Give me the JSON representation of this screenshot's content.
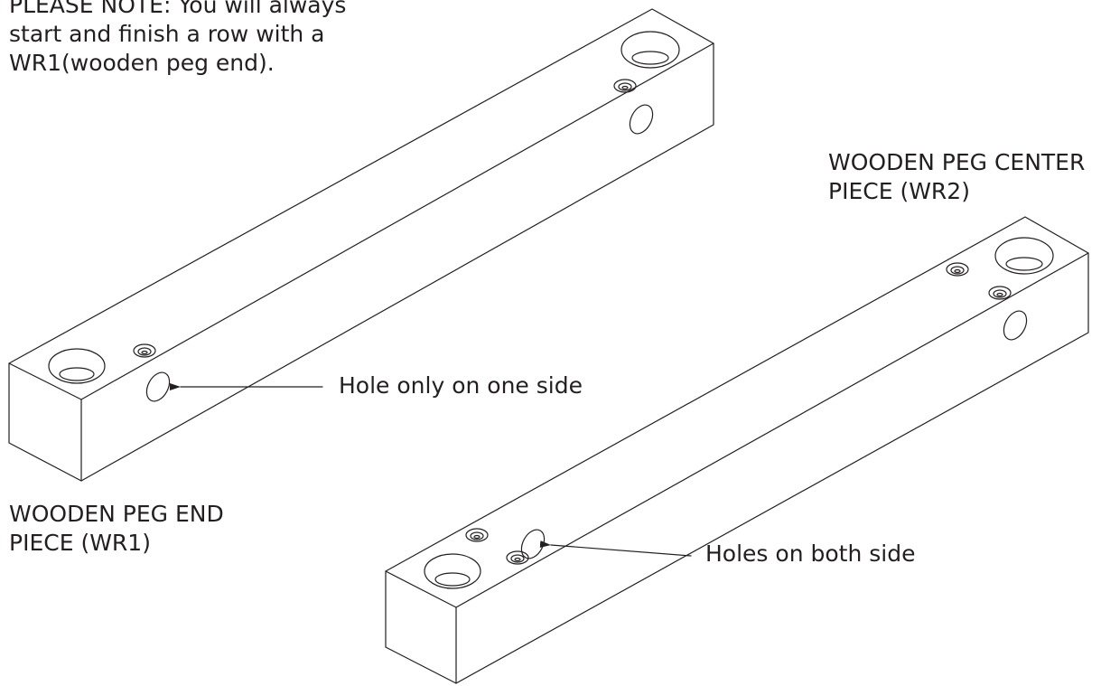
{
  "note": {
    "lines": [
      "PLEASE NOTE:  You will always",
      "start and finish a row with a",
      "WR1(wooden peg end)."
    ]
  },
  "pieces": {
    "end": {
      "lines": [
        "WOODEN PEG END",
        "PIECE (WR1)"
      ],
      "callout": "Hole only on one side"
    },
    "center": {
      "lines": [
        "WOODEN PEG CENTER",
        "PIECE (WR2)"
      ],
      "callout": "Holes on both side"
    }
  },
  "colors": {
    "ink": "#231f20",
    "background": "#ffffff"
  }
}
